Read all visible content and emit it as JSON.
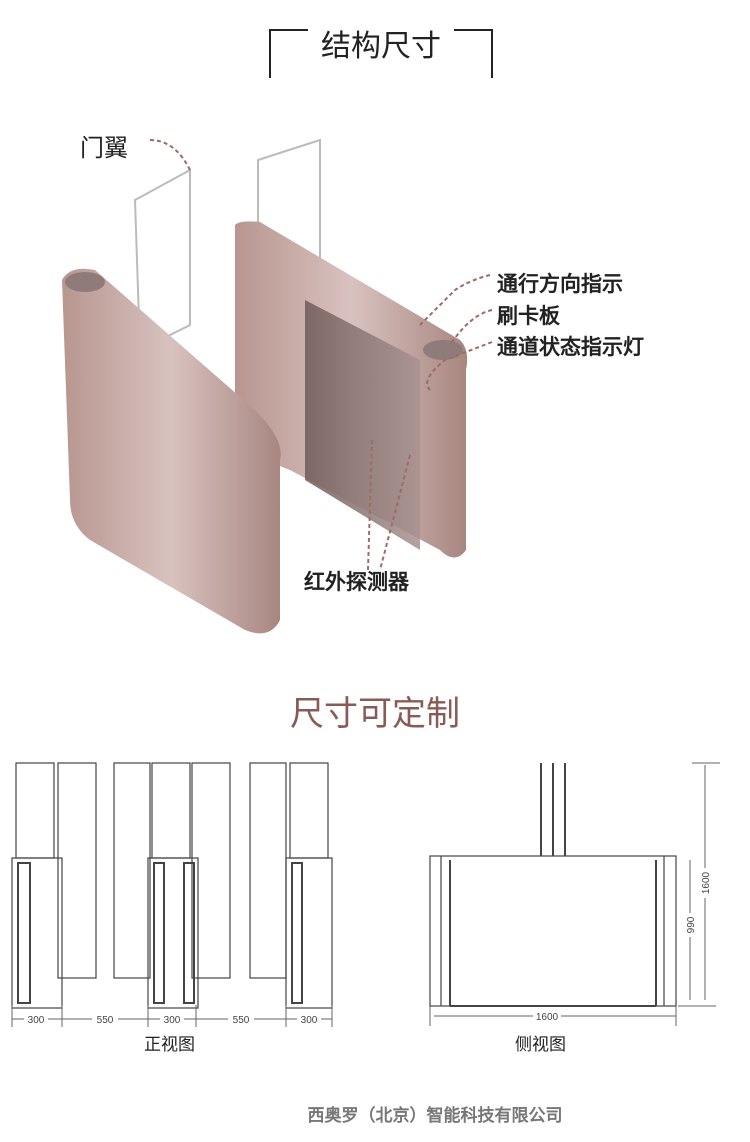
{
  "header": {
    "title": "结构尺寸"
  },
  "callouts": {
    "wing": "门翼",
    "direction": "通行方向指示",
    "card_board": "刷卡板",
    "status_light": "通道状态指示灯",
    "infrared": "红外探测器"
  },
  "customizable": "尺寸可定制",
  "front_view": {
    "caption": "正视图",
    "dims": [
      "300",
      "550",
      "300",
      "550",
      "300"
    ]
  },
  "side_view": {
    "caption": "侧视图",
    "width": "1600",
    "height_total": "1600",
    "height_body": "990"
  },
  "footer": {
    "company": "西奥罗（北京）智能科技有限公司"
  },
  "colors": {
    "accent": "#8a5a55",
    "body": "#c9aaa6",
    "leader": "#a06a66"
  }
}
